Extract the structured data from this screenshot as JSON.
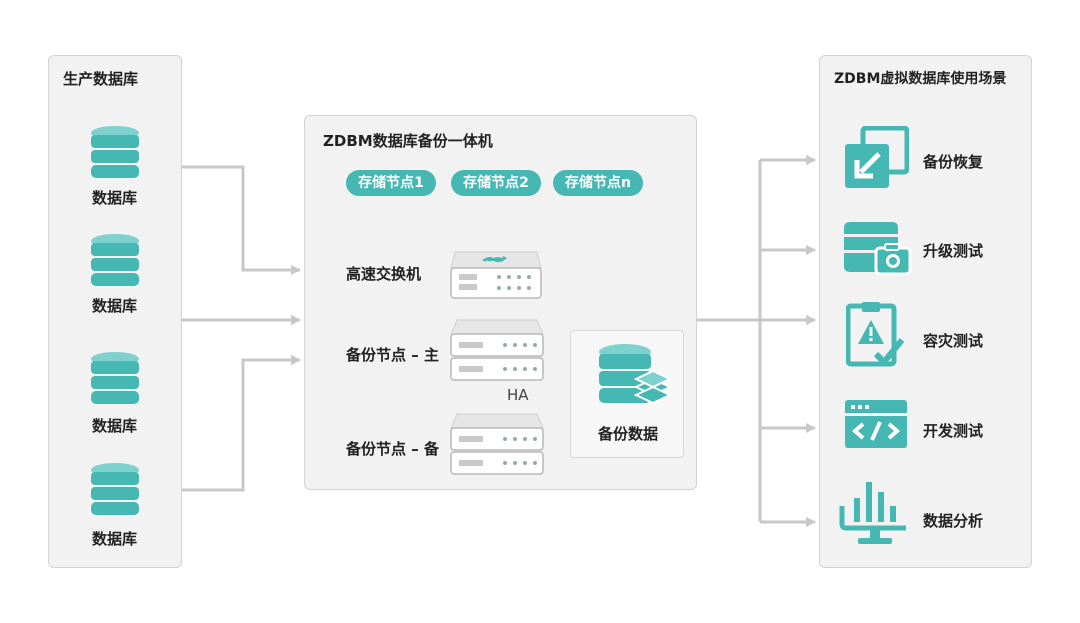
{
  "production": {
    "title": "生产数据库",
    "db_labels": [
      "数据库",
      "数据库",
      "数据库",
      "数据库"
    ]
  },
  "appliance": {
    "title": "ZDBM数据库备份一体机",
    "storage_nodes": [
      "存储节点1",
      "存储节点2",
      "存储节点n"
    ],
    "switch_label": "高速交换机",
    "primary_label": "备份节点 – 主",
    "standby_label": "备份节点 – 备",
    "ha_label": "HA",
    "backup_data_label": "备份数据"
  },
  "scenarios": {
    "title": "ZDBM虚拟数据库使用场景",
    "items": [
      {
        "label": "备份恢复",
        "icon": "backup-restore-icon"
      },
      {
        "label": "升级测试",
        "icon": "upgrade-test-icon"
      },
      {
        "label": "容灾测试",
        "icon": "disaster-recovery-icon"
      },
      {
        "label": "开发测试",
        "icon": "code-icon"
      },
      {
        "label": "数据分析",
        "icon": "analytics-icon"
      }
    ]
  },
  "colors": {
    "teal": "#45b8b4",
    "teal_dark": "#2e9c98",
    "teal_light": "#7fd1cd",
    "arrow": "#c8c8c8",
    "panel_bg": "#f2f2f2"
  }
}
